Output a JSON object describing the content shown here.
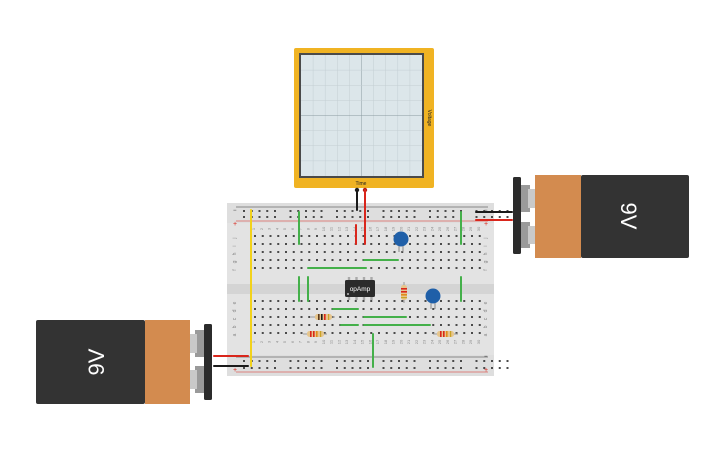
{
  "oscilloscope": {
    "x_label": "Time",
    "y_label": "Voltage",
    "frame_color": "#f0b323",
    "screen_color": "#dce6ea"
  },
  "batteries": [
    {
      "id": "battery-right",
      "label": "9V",
      "body_color": "#333333",
      "cap_color": "#d38b4f"
    },
    {
      "id": "battery-left",
      "label": "9V",
      "body_color": "#333333",
      "cap_color": "#d38b4f"
    }
  ],
  "breadboard": {
    "rows_left": [
      "j",
      "i",
      "h",
      "g",
      "f"
    ],
    "rows_right": [
      "e",
      "d",
      "c",
      "b",
      "a"
    ],
    "rail_plus": "+",
    "rail_minus": "−",
    "columns": [
      "1",
      "2",
      "3",
      "4",
      "5",
      "6",
      "7",
      "8",
      "9",
      "10",
      "11",
      "12",
      "13",
      "14",
      "15",
      "16",
      "17",
      "18",
      "19",
      "20",
      "21",
      "22",
      "23",
      "24",
      "25",
      "26",
      "27",
      "28",
      "29",
      "30"
    ]
  },
  "chip": {
    "label": "opAmp",
    "color": "#2b2b2b"
  },
  "capacitors": [
    {
      "id": "capacitor-1",
      "color": "#1f5fa8"
    },
    {
      "id": "capacitor-2",
      "color": "#1f5fa8"
    }
  ],
  "resistors": [
    {
      "id": "resistor-1",
      "color": "#e6c58c"
    },
    {
      "id": "resistor-2",
      "color": "#e6c58c"
    },
    {
      "id": "resistor-3",
      "color": "#e6c58c"
    },
    {
      "id": "resistor-4",
      "color": "#e6c58c"
    }
  ],
  "wire_colors": {
    "green": "#44b04a",
    "red": "#d9261c",
    "black": "#1a1a1a",
    "yellow": "#f2d21b"
  }
}
